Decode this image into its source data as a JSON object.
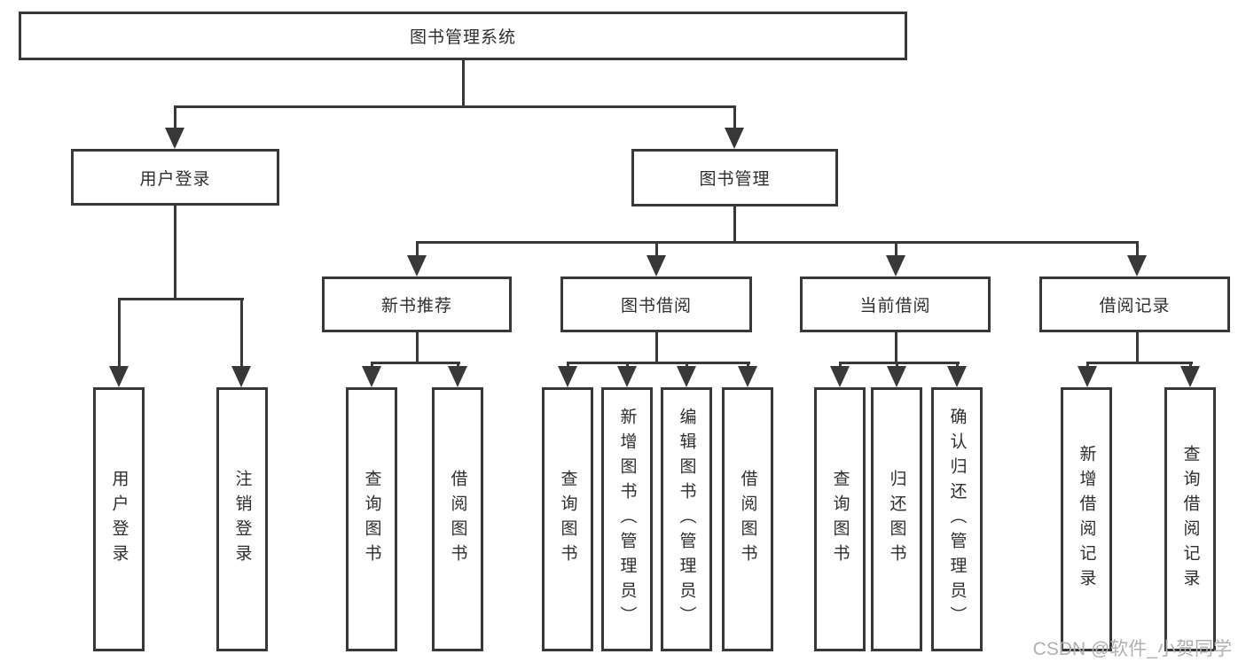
{
  "diagram": {
    "root": {
      "label": "图书管理系统"
    },
    "branches": [
      {
        "label": "用户登录",
        "children": [
          {
            "label": "用户登录"
          },
          {
            "label": "注销登录"
          }
        ]
      },
      {
        "label": "图书管理",
        "children": [
          {
            "label": "新书推荐",
            "children": [
              {
                "label": "查询图书"
              },
              {
                "label": "借阅图书"
              }
            ]
          },
          {
            "label": "图书借阅",
            "children": [
              {
                "label": "查询图书"
              },
              {
                "label": "新增图书（管理员）"
              },
              {
                "label": "编辑图书（管理员）"
              },
              {
                "label": "借阅图书"
              }
            ]
          },
          {
            "label": "当前借阅",
            "children": [
              {
                "label": "查询图书"
              },
              {
                "label": "归还图书"
              },
              {
                "label": "确认归还（管理员）"
              }
            ]
          },
          {
            "label": "借阅记录",
            "children": [
              {
                "label": "新增借阅记录"
              },
              {
                "label": "查询借阅记录"
              }
            ]
          }
        ]
      }
    ]
  },
  "watermark": {
    "text": "CSDN @软件_小贺同学"
  },
  "colors": {
    "line": "#383838",
    "text": "#2e2e2e",
    "background": "#ffffff",
    "watermark": "#b0b0b0"
  }
}
